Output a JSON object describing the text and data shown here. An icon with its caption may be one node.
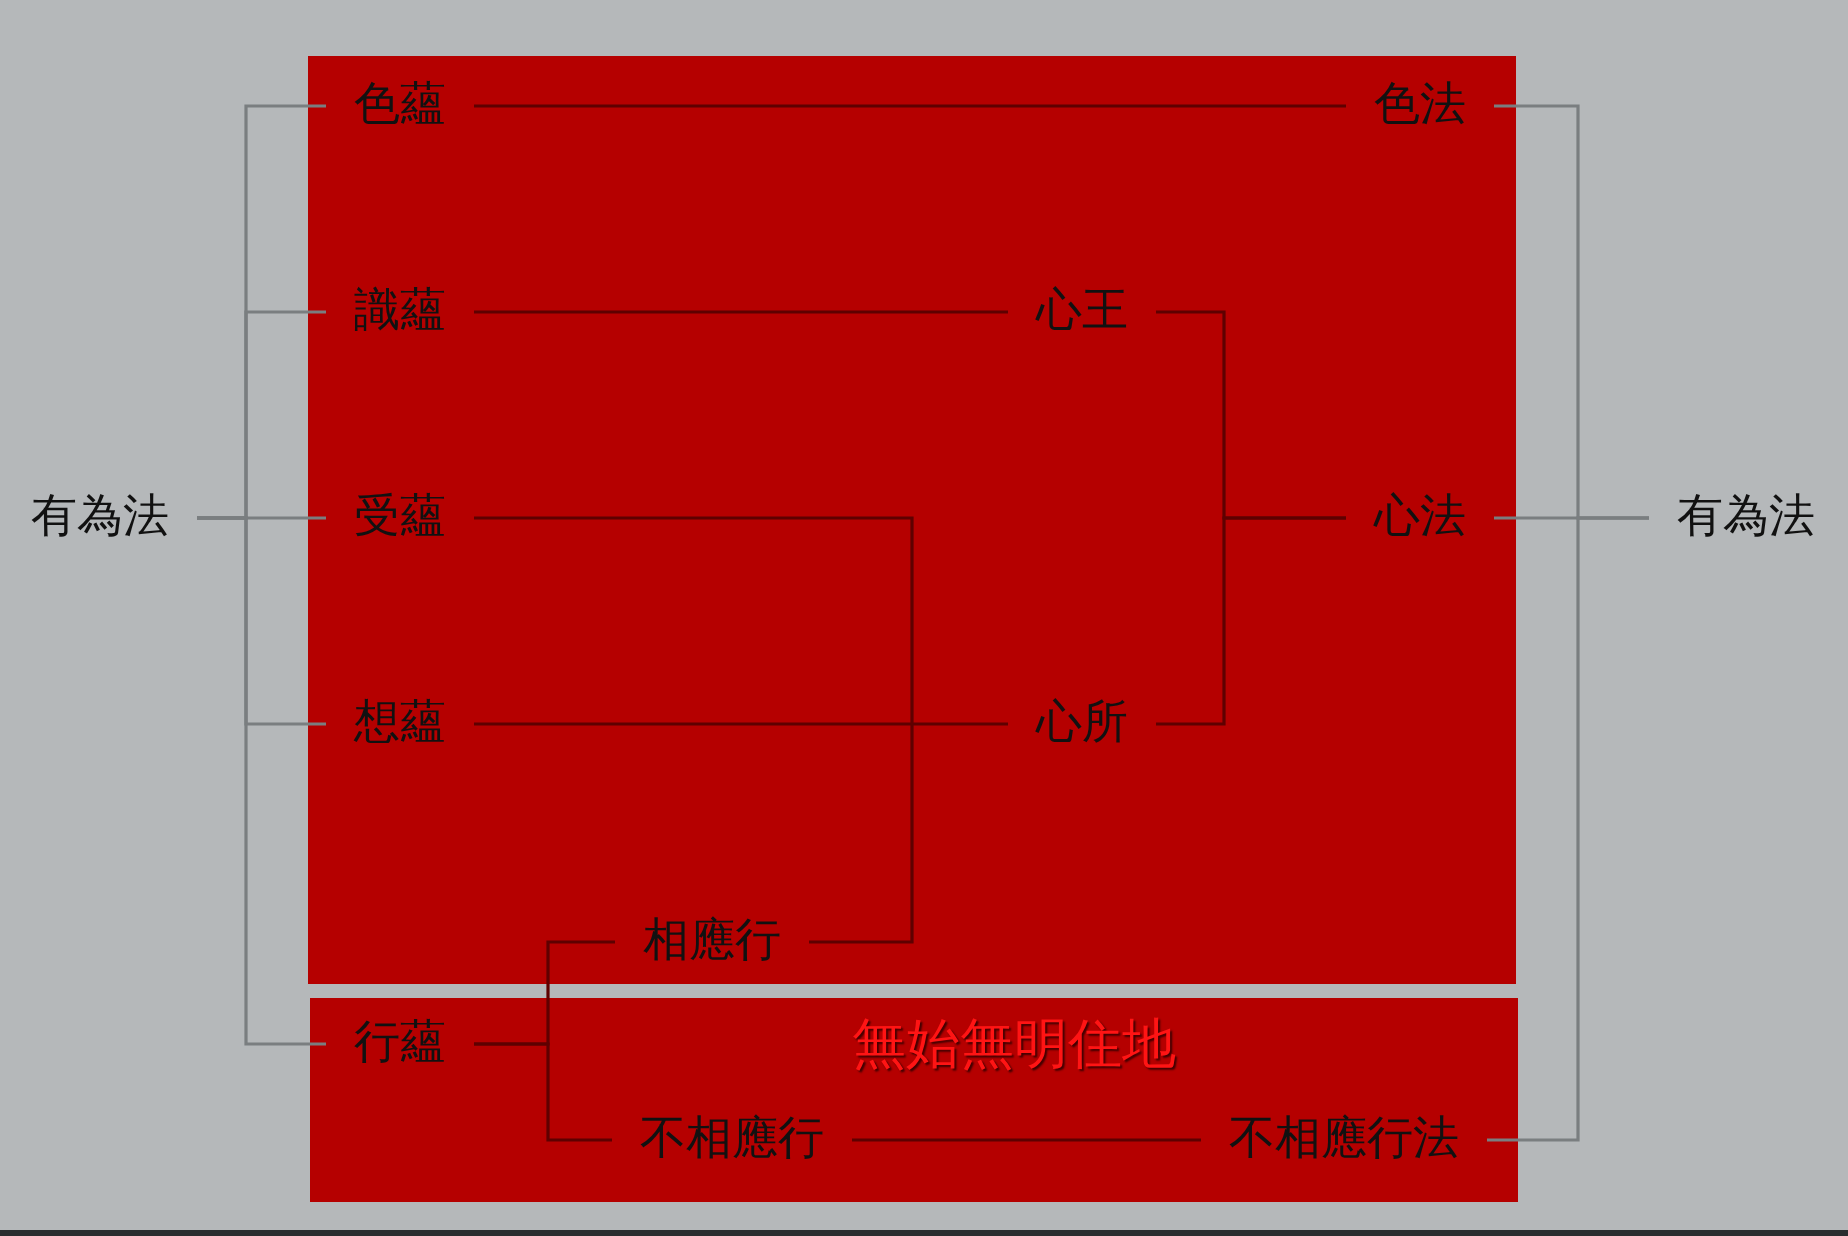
{
  "diagram": {
    "nodes": [
      {
        "text": [],
        "shape": "box"
      },
      {
        "text": [
          "無始無明住地"
        ]
      },
      {
        "text": [
          "有為法"
        ]
      },
      {
        "text": [
          "色蘊"
        ],
        "in": 0
      },
      {
        "text": [
          "識蘊"
        ],
        "in": 0
      },
      {
        "text": [
          "受蘊"
        ],
        "in": 0
      },
      {
        "text": [
          "想蘊"
        ],
        "in": 0
      },
      {
        "text": [
          "行蘊"
        ],
        "in": 1
      },
      {
        "text": [
          "心王"
        ],
        "in": 0
      },
      {
        "text": [
          "心所"
        ],
        "in": 0
      },
      {
        "text": [
          "相應行"
        ],
        "in": 0
      },
      {
        "text": [
          "不相應行"
        ],
        "in": 1
      },
      {
        "text": [
          "色法"
        ],
        "in": 0
      },
      {
        "text": [
          "心法"
        ],
        "in": 0
      },
      {
        "text": [
          "不相應行法"
        ],
        "in": 1
      },
      {
        "text": [
          "有為法"
        ]
      }
    ],
    "edges": [
      {
        "from": 2,
        "to": 3,
        "arrow": "none",
        "color": "#7a7e80"
      },
      {
        "from": 2,
        "to": 4,
        "arrow": "none",
        "color": "#7a7e80"
      },
      {
        "from": 2,
        "to": 5,
        "arrow": "none",
        "color": "#7a7e80"
      },
      {
        "from": 2,
        "to": 6,
        "arrow": "none",
        "color": "#7a7e80"
      },
      {
        "from": 2,
        "to": 7,
        "arrow": "none",
        "color": "#7a7e80"
      },
      {
        "from": 3,
        "to": 12,
        "arrow": "none"
      },
      {
        "from": 4,
        "to": 8,
        "arrow": "none"
      },
      {
        "from": 6,
        "to": 9,
        "arrow": "none"
      },
      {
        "from": 8,
        "to": 13,
        "arrow": "none"
      },
      {
        "from": 9,
        "to": 13,
        "arrow": "none"
      },
      {
        "from": 5,
        "to": 10,
        "arrow": "none"
      },
      {
        "from": 7,
        "to": 10,
        "arrow": "none"
      },
      {
        "from": 7,
        "to": 11,
        "arrow": "none"
      },
      {
        "from": 11,
        "to": 14,
        "arrow": "none"
      },
      {
        "from": 12,
        "to": 15,
        "arrow": "none",
        "color": "#7a7e80"
      },
      {
        "from": 13,
        "to": 15,
        "arrow": "none",
        "color": "#7a7e80"
      },
      {
        "from": 14,
        "to": 15,
        "arrow": "none",
        "color": "#7a7e80"
      }
    ]
  }
}
